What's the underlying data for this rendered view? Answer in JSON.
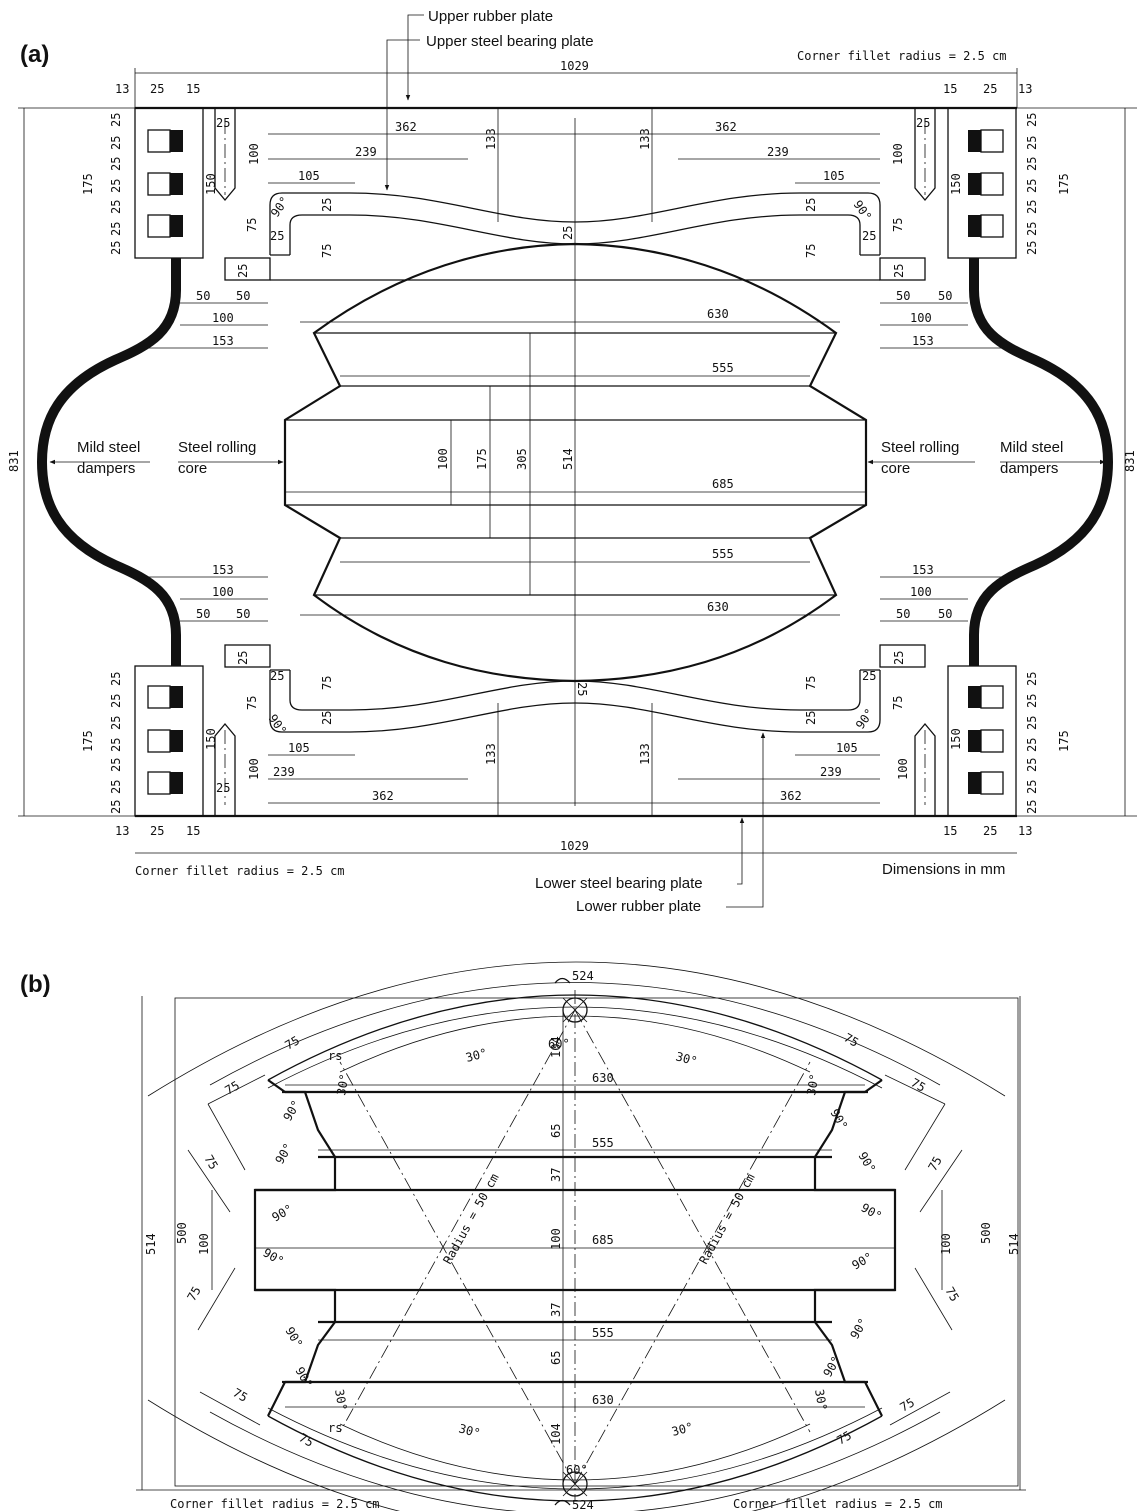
{
  "panel_a": {
    "label": "(a)",
    "callouts": {
      "upper_rubber": "Upper rubber plate",
      "upper_steel": "Upper steel bearing plate",
      "lower_steel": "Lower steel bearing plate",
      "lower_rubber": "Lower rubber plate",
      "mild_steel_1": "Mild steel",
      "mild_steel_2": "dampers",
      "core_1": "Steel rolling",
      "core_2": "core",
      "units": "Dimensions in mm",
      "fillet": "Corner  fillet  radius  =  2.5  cm"
    },
    "dims": {
      "overall_width": "1029",
      "overall_height": "831",
      "half_width": "362",
      "w239": "239",
      "w105": "105",
      "h133": "133",
      "h100": "100",
      "h150": "150",
      "h175": "175",
      "h75": "75",
      "h25": "25",
      "w50": "50",
      "w100": "100",
      "w153": "153",
      "w13": "13",
      "w15": "15",
      "core_top": "630",
      "core_neck": "555",
      "core_mid": "685",
      "h305": "305",
      "h514": "514",
      "angle": "90°"
    }
  },
  "panel_b": {
    "label": "(b)",
    "arc_length": "524",
    "radius_label": "Radius  =  50  cm",
    "fillet": "Corner  fillet  radius  =  2.5  cm",
    "rs": "rs",
    "dims": {
      "w630": "630",
      "w555": "555",
      "w685": "685",
      "h104": "104",
      "h65": "65",
      "h37": "37",
      "h100": "100",
      "h500": "500",
      "h514": "514",
      "d75": "75",
      "a60": "60°",
      "a30": "30°",
      "a90": "90°"
    }
  }
}
